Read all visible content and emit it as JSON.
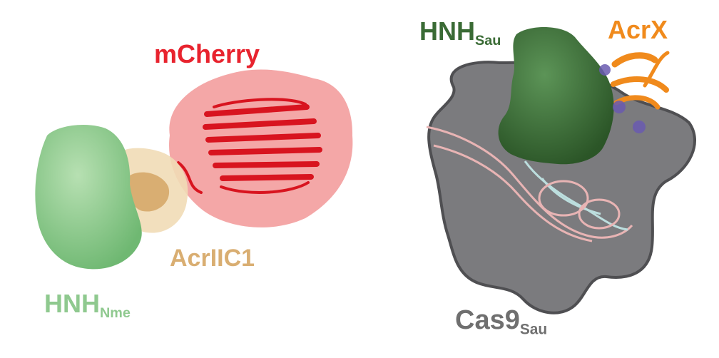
{
  "panel_left": {
    "mcherry_label": "mCherry",
    "acriic1_label": "AcrIIC1",
    "hnh_nme_label": "HNH",
    "hnh_nme_sub": "Nme",
    "colors": {
      "mcherry": "#e8232e",
      "acriic1": "#d9ae72",
      "hnh_nme": "#8fc98f"
    }
  },
  "panel_right": {
    "hnh_sau_label": "HNH",
    "hnh_sau_sub": "Sau",
    "acrx_label": "AcrX",
    "cas9_label": "Cas9",
    "cas9_sub": "Sau",
    "colors": {
      "hnh_sau": "#3a6b35",
      "acrx": "#f08a1c",
      "cas9": "#7b7b7e",
      "dna_a": "#e8b4b4",
      "dna_b": "#bcdede",
      "contacts": "#6a5ab0"
    }
  }
}
